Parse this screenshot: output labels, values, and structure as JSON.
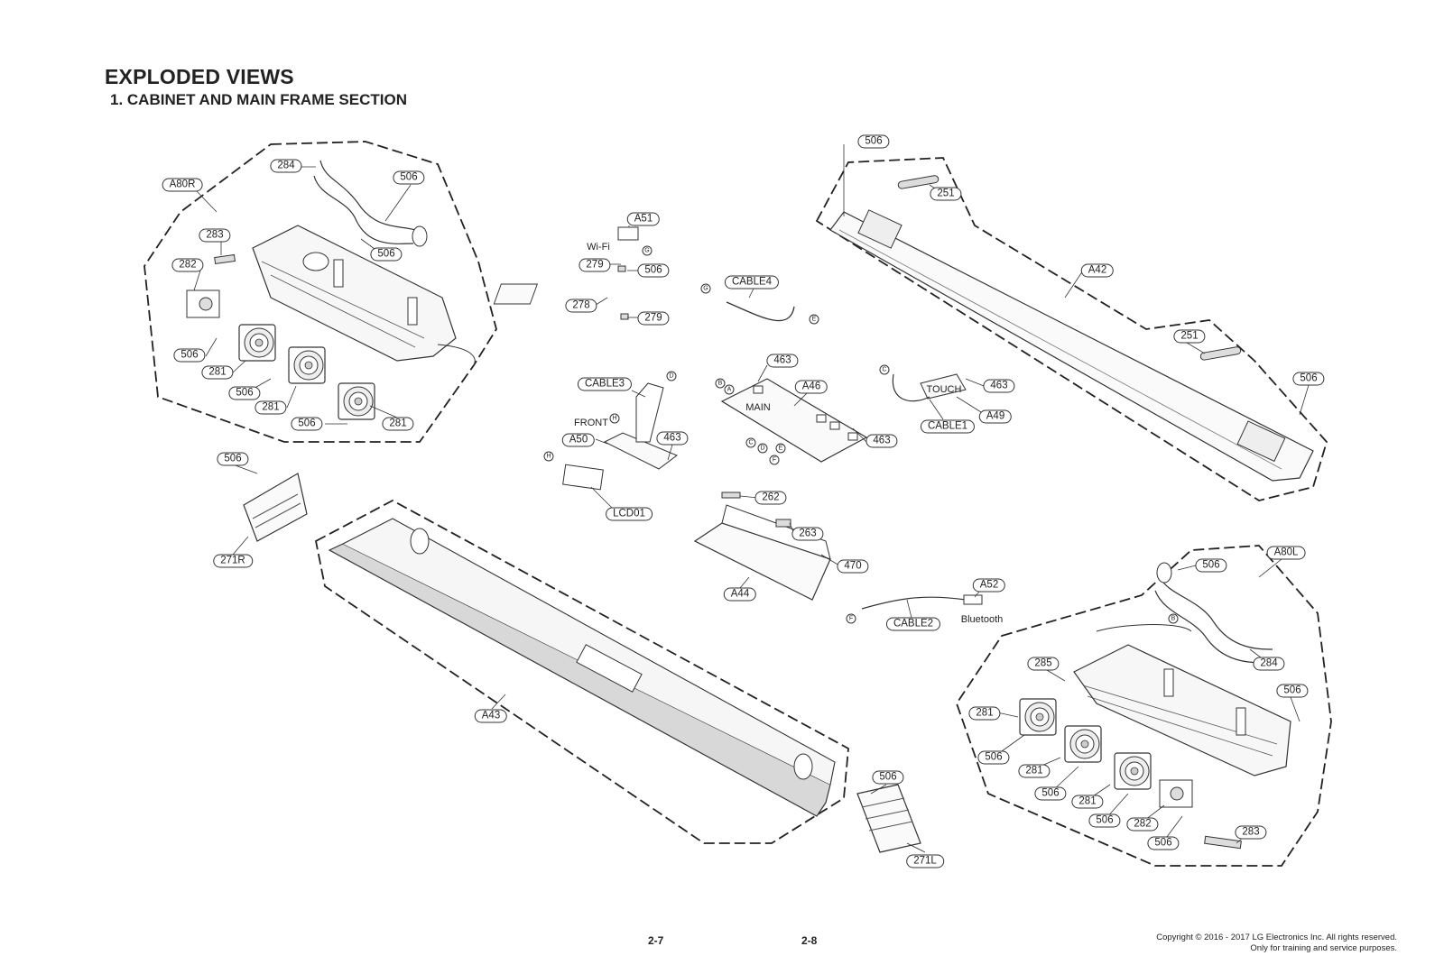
{
  "page": {
    "title": "EXPLODED VIEWS",
    "section": "1. CABINET AND MAIN FRAME SECTION",
    "page_left": "2-7",
    "page_right": "2-8",
    "copyright": "Copyright © 2016 - 2017 LG Electronics Inc. All rights reserved.",
    "usage_note": "Only for training and service purposes."
  },
  "labels": {
    "a80r": "A80R",
    "a80l": "A80L",
    "p284": "284",
    "p283": "283",
    "p282": "282",
    "p281": "281",
    "p285": "285",
    "p506": "506",
    "p251": "251",
    "p262": "262",
    "p263": "263",
    "p470": "470",
    "p463": "463",
    "p278": "278",
    "p279": "279",
    "p271r": "271R",
    "p271l": "271L",
    "a42": "A42",
    "a43": "A43",
    "a44": "A44",
    "a46": "A46",
    "a49": "A49",
    "a50": "A50",
    "a51": "A51",
    "a52": "A52",
    "cable1": "CABLE1",
    "cable2": "CABLE2",
    "cable3": "CABLE3",
    "cable4": "CABLE4",
    "lcd01": "LCD01",
    "wifi": "Wi-Fi",
    "main": "MAIN",
    "touch": "TOUCH",
    "front": "FRONT",
    "bluetooth": "Bluetooth",
    "cA": "A",
    "cB": "B",
    "cC": "C",
    "cD": "D",
    "cE": "E",
    "cF": "F",
    "cG": "G",
    "cH": "H"
  },
  "colors": {
    "line": "#333333",
    "background": "#ffffff"
  }
}
